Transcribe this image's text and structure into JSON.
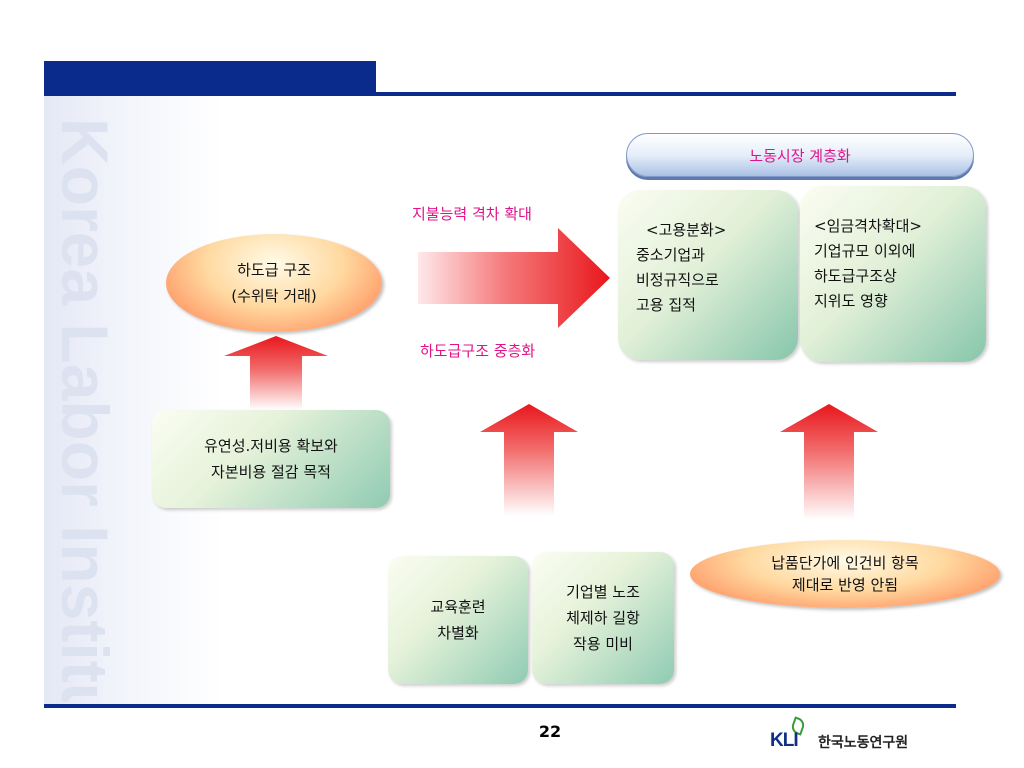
{
  "slide": {
    "watermark": "Korea Labor Institute",
    "page_number": "22"
  },
  "brand": {
    "mark": "KLI",
    "name": "한국노동연구원",
    "leaf_icon": "leaf-icon"
  },
  "diagram": {
    "top_label": "노동시장 계층화",
    "left_oval": {
      "line1": "하도급 구조",
      "line2": "(수위탁 거래)"
    },
    "left_box": {
      "line1": "유연성.저비용 확보와",
      "line2": "자본비용 절감 목적"
    },
    "arrow_label_top": "지불능력 격차 확대",
    "arrow_label_bottom": "하도급구조 중층화",
    "box_employment": {
      "title": "<고용분화>",
      "line1": "중소기업과",
      "line2": "비정규직으로",
      "line3": "고용 집적"
    },
    "box_wage": {
      "title": "<임금격차확대>",
      "line1": "기업규모 이외에",
      "line2": "하도급구조상",
      "line3": "지위도 영향"
    },
    "box_training": {
      "line1": "교육훈련",
      "line2": "차별화"
    },
    "box_union": {
      "line1": "기업별 노조",
      "line2": "체제하 길항",
      "line3": "작용 미비"
    },
    "right_oval": {
      "line1": "납품단가에 인건비 항목",
      "line2": "제대로 반영 안됨"
    }
  },
  "colors": {
    "navy": "#0a2a8c",
    "accent_pink": "#e0148a",
    "arrow_red": "#e8171c"
  }
}
